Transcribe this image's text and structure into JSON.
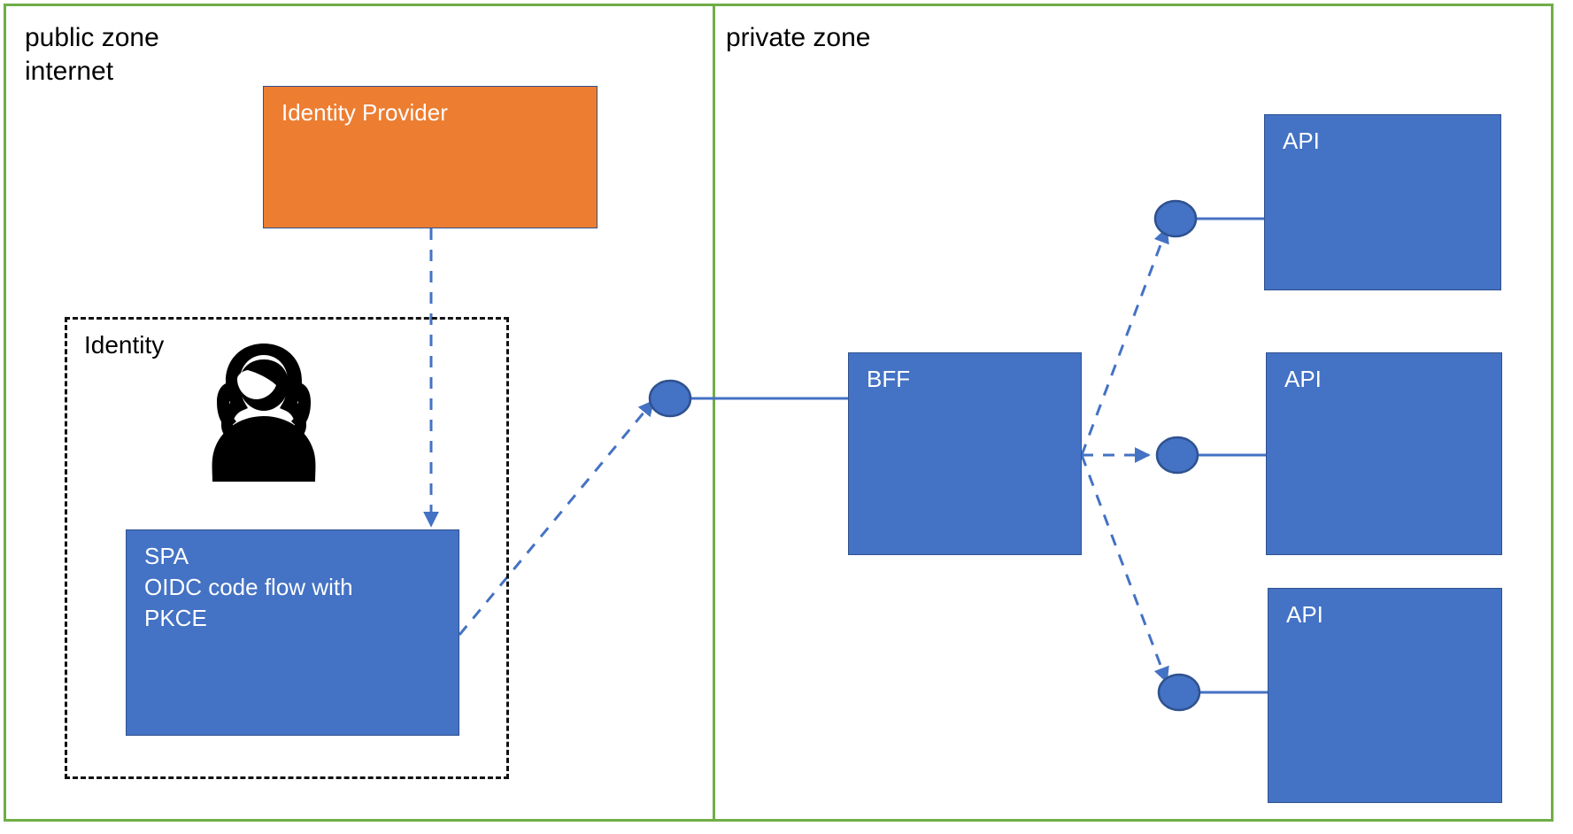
{
  "diagram": {
    "zones": {
      "public": {
        "label": "public zone\ninternet",
        "border_color": "#70AD47"
      },
      "private": {
        "label": "private zone",
        "border_color": "#70AD47"
      }
    },
    "groups": {
      "identity": {
        "label": "Identity",
        "style": "dashed",
        "border_color": "#111111"
      }
    },
    "nodes": {
      "identity_provider": {
        "label": "Identity Provider",
        "color": "#ED7D31"
      },
      "spa": {
        "label": "SPA\nOIDC code flow with\nPKCE",
        "color": "#4472C4"
      },
      "bff": {
        "label": "BFF",
        "color": "#4472C4"
      },
      "api_top": {
        "label": "API",
        "color": "#4472C4"
      },
      "api_middle": {
        "label": "API",
        "color": "#4472C4"
      },
      "api_bottom": {
        "label": "API",
        "color": "#4472C4"
      }
    },
    "icons": {
      "user": "person-icon"
    },
    "connectors": {
      "idp_to_spa": {
        "style": "dashed",
        "color": "#4472C4",
        "arrow": true
      },
      "spa_to_bff": {
        "style": "dashed",
        "color": "#4472C4",
        "arrow": true
      },
      "bff_to_api_top": {
        "style": "dashed",
        "color": "#4472C4",
        "arrow": true
      },
      "bff_to_api_middle": {
        "style": "dashed",
        "color": "#4472C4",
        "arrow": true
      },
      "bff_to_api_bottom": {
        "style": "dashed",
        "color": "#4472C4",
        "arrow": true
      },
      "endpoint_bff": {
        "style": "solid",
        "color": "#4472C4"
      },
      "endpoint_api_top": {
        "style": "solid",
        "color": "#4472C4"
      },
      "endpoint_api_middle": {
        "style": "solid",
        "color": "#4472C4"
      },
      "endpoint_api_bottom": {
        "style": "solid",
        "color": "#4472C4"
      }
    }
  }
}
